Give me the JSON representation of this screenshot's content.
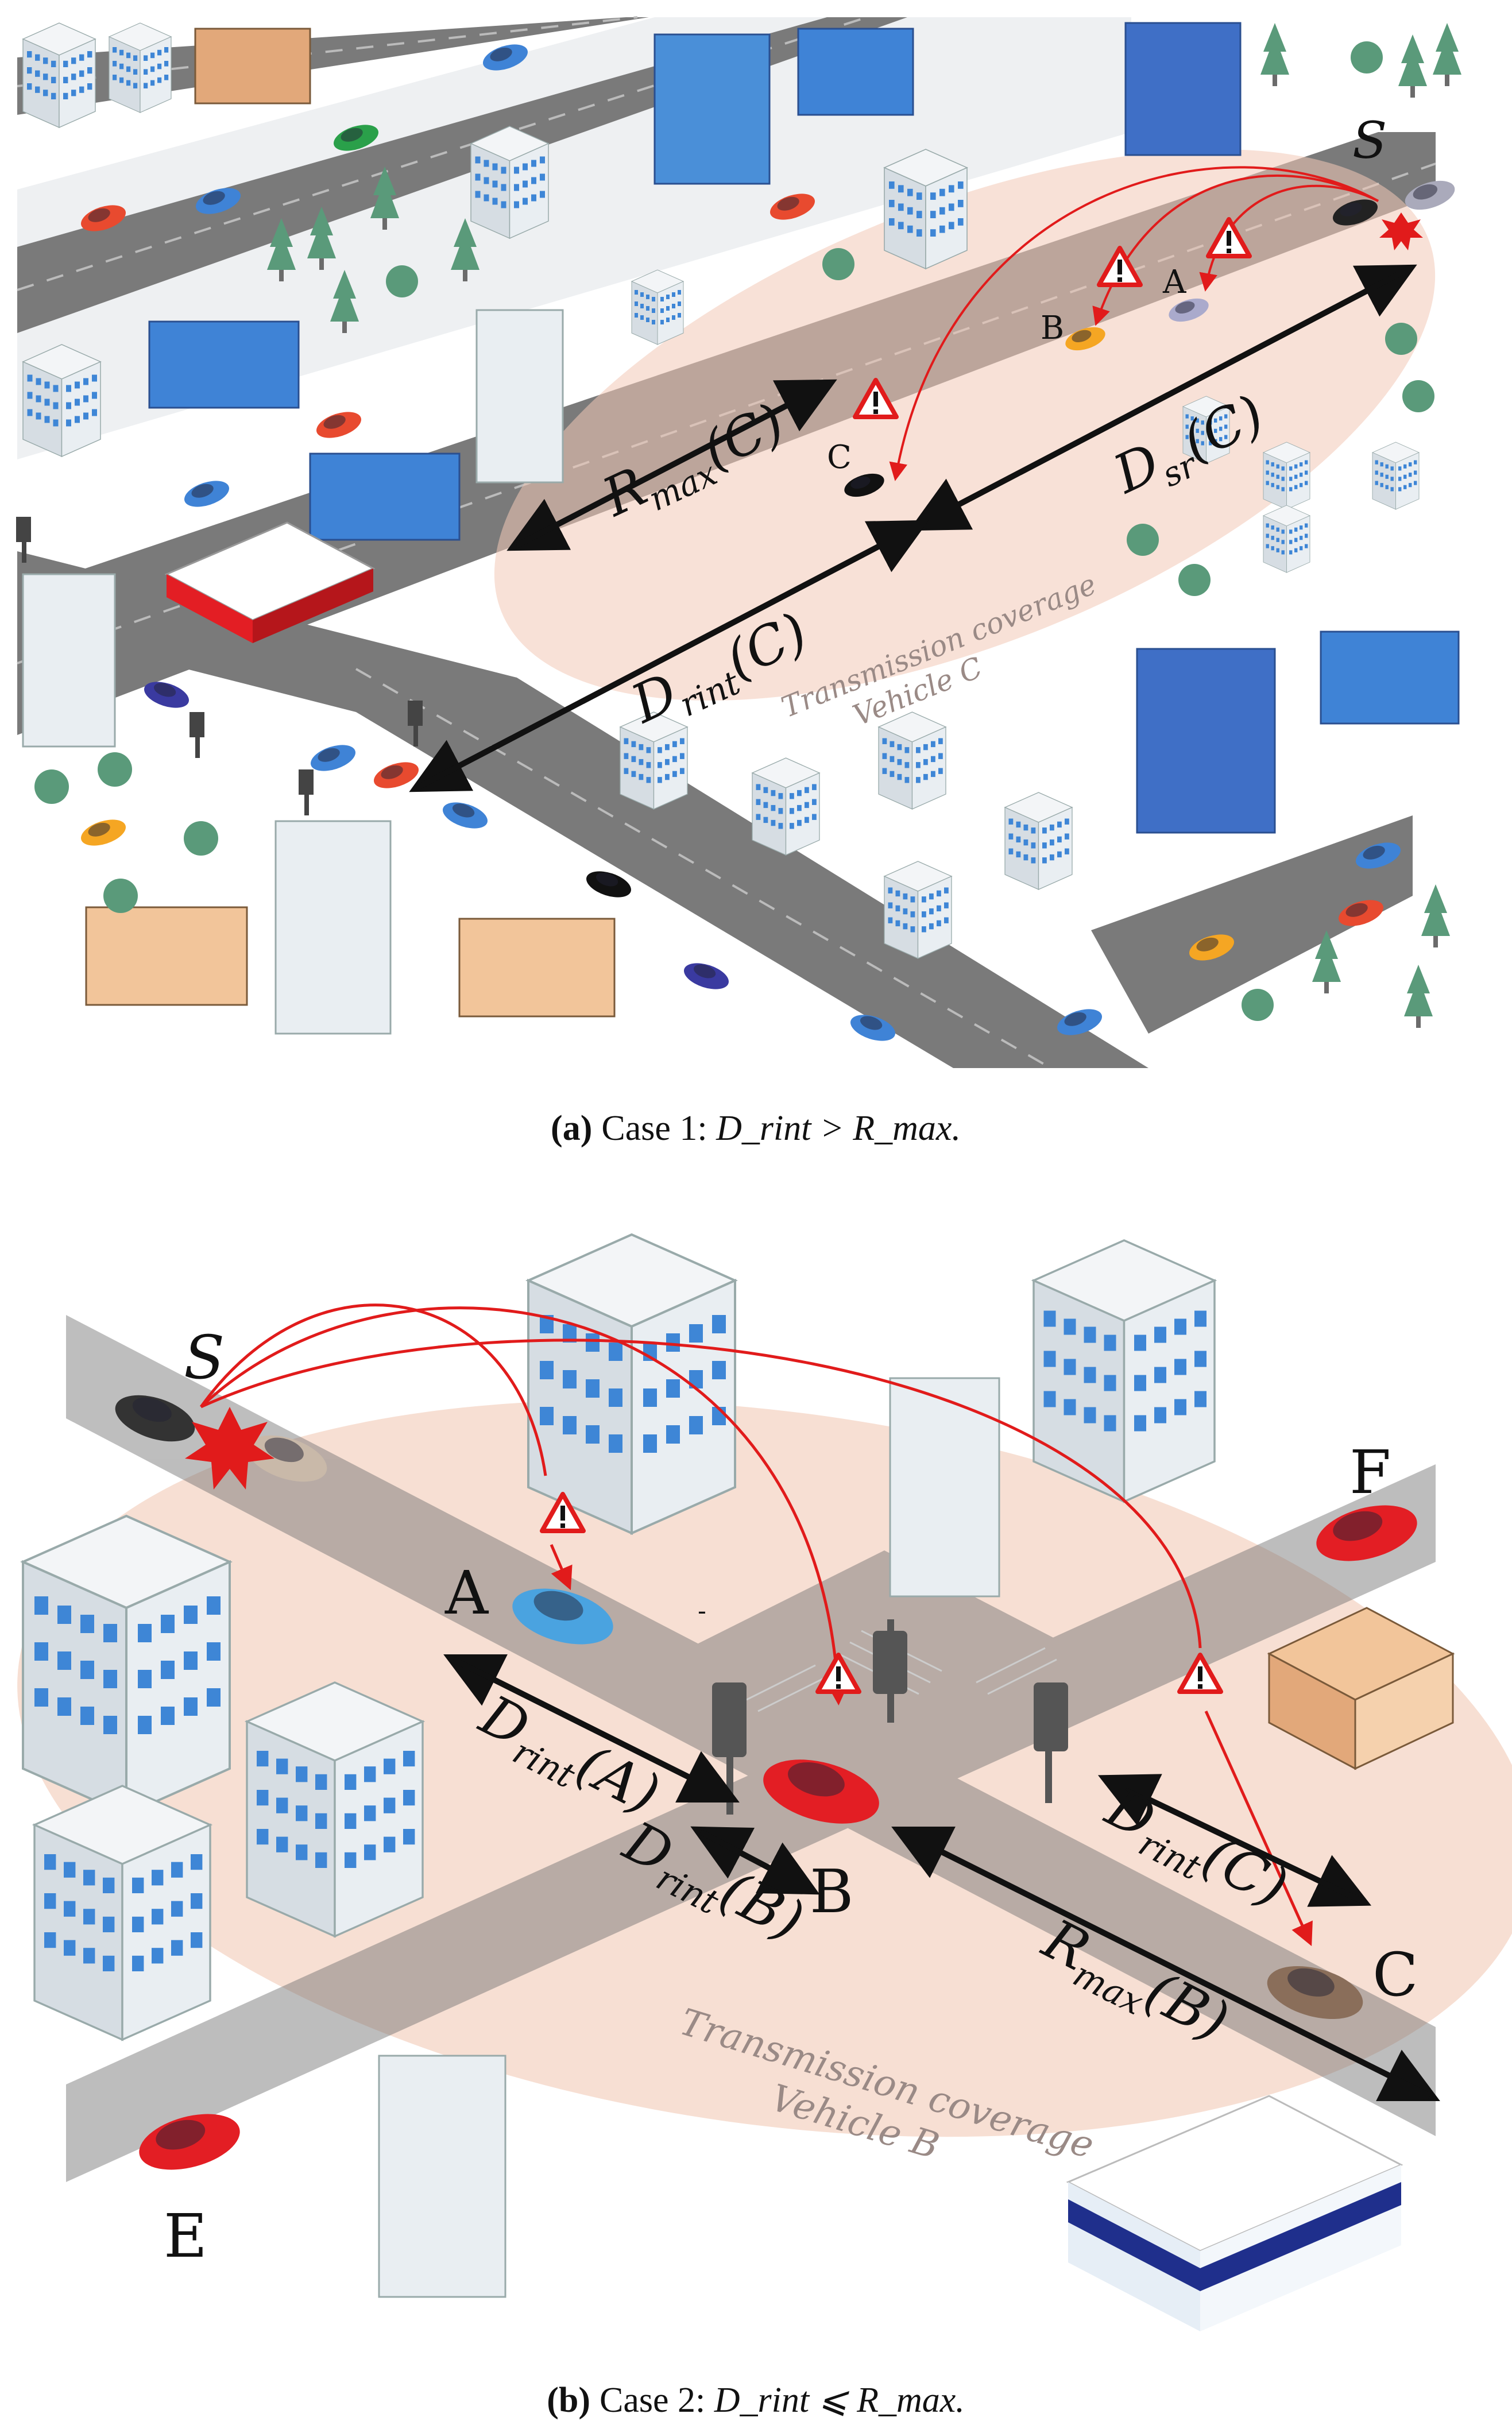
{
  "panel_a": {
    "caption_prefix": "(a)",
    "caption_text": "Case 1: ",
    "caption_formula": "D_rint > R_max.",
    "source_label": "S",
    "vehicles": [
      "A",
      "B",
      "C"
    ],
    "rmax_label": "R",
    "rmax_sub": "max",
    "rmax_arg": "(C)",
    "dsr_label": "D",
    "dsr_sub": "sr",
    "dsr_arg": "(C)",
    "drint_label": "D",
    "drint_sub": "rint",
    "drint_arg": "(C)",
    "coverage_line1": "Transmission coverage",
    "coverage_line2": "Vehicle C"
  },
  "panel_b": {
    "caption_prefix": "(b)",
    "caption_text": "Case 2: ",
    "caption_formula": "D_rint ⩽ R_max.",
    "source_label": "S",
    "vehicles": [
      "A",
      "B",
      "C",
      "E",
      "F"
    ],
    "drint_a": {
      "label": "D",
      "sub": "rint",
      "arg": "(A)"
    },
    "drint_b": {
      "label": "D",
      "sub": "rint",
      "arg": "(B)"
    },
    "drint_c": {
      "label": "D",
      "sub": "rint",
      "arg": "(C)"
    },
    "rmax_b": {
      "label": "R",
      "sub": "max",
      "arg": "(B)"
    },
    "coverage_line1": "Transmission coverage",
    "coverage_line2": "Vehicle B",
    "dash": "-"
  },
  "colors": {
    "road": "#7a7a7a",
    "coverage": "#f2c9b6",
    "alert": "#e11b1b",
    "arrow": "#111111",
    "building_blue": "#4a8fd8",
    "building_grey": "#e8ecef"
  },
  "icons": [
    "warning-icon",
    "crash-icon",
    "car-icon",
    "building-icon",
    "tree-icon",
    "traffic-light-icon"
  ]
}
